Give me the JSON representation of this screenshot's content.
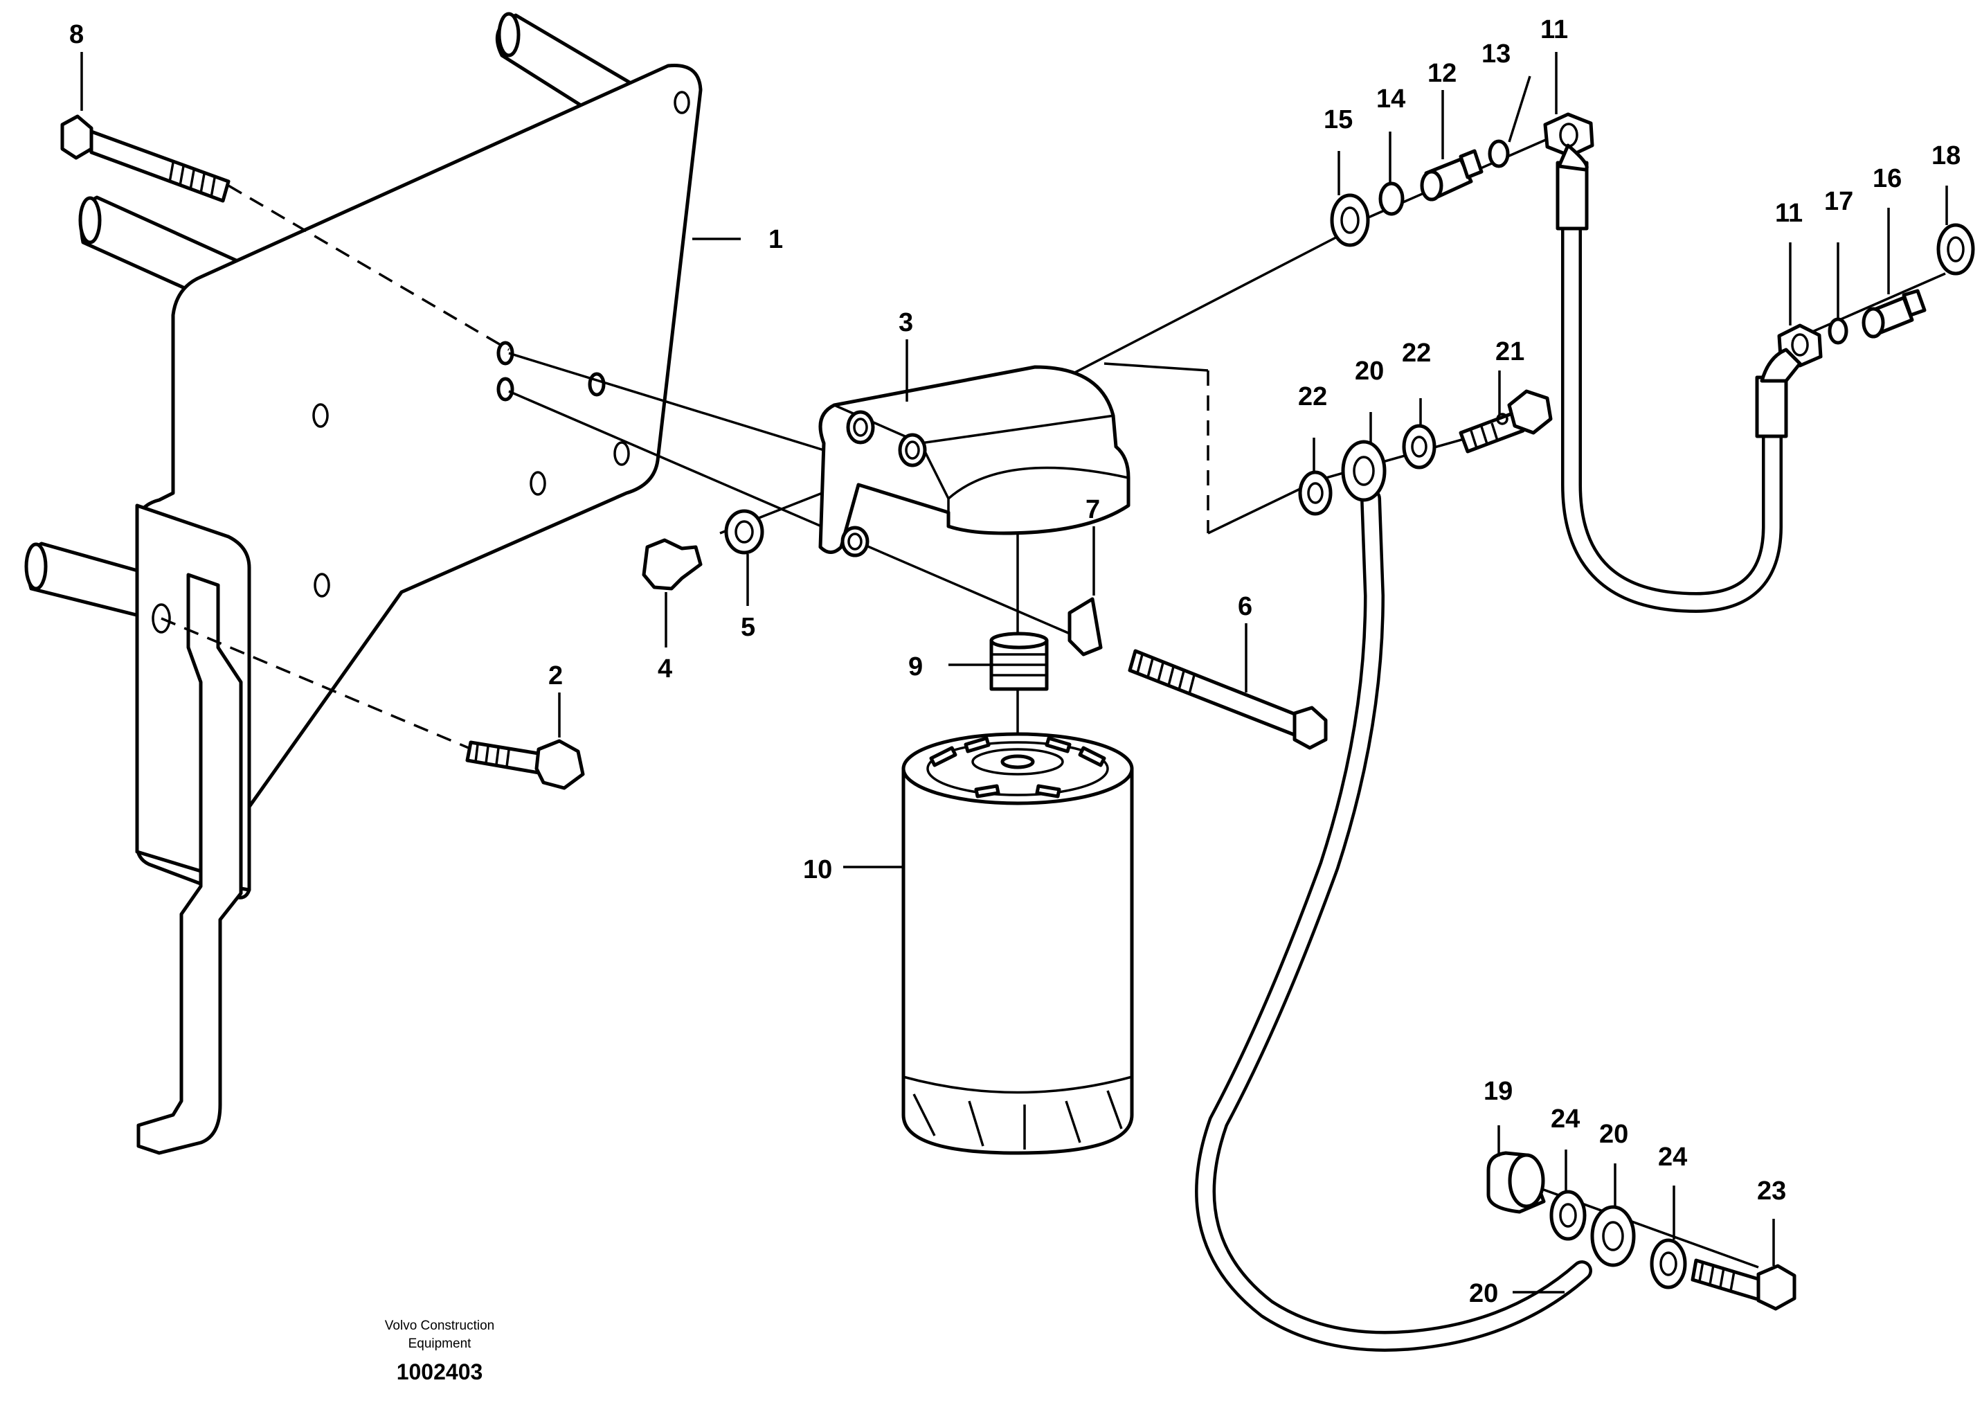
{
  "callouts": {
    "c1": "1",
    "c2": "2",
    "c3": "3",
    "c4": "4",
    "c5": "5",
    "c6": "6",
    "c7": "7",
    "c8": "8",
    "c9": "9",
    "c10": "10",
    "c11a": "11",
    "c11b": "11",
    "c12": "12",
    "c13": "13",
    "c14": "14",
    "c15": "15",
    "c16": "16",
    "c17": "17",
    "c18": "18",
    "c19": "19",
    "c20a": "20",
    "c20b": "20",
    "c20c": "20",
    "c21": "21",
    "c22a": "22",
    "c22b": "22",
    "c23": "23",
    "c24a": "24",
    "c24b": "24"
  },
  "caption": {
    "line1": "Volvo Construction",
    "line2": "Equipment",
    "number": "1002403"
  }
}
